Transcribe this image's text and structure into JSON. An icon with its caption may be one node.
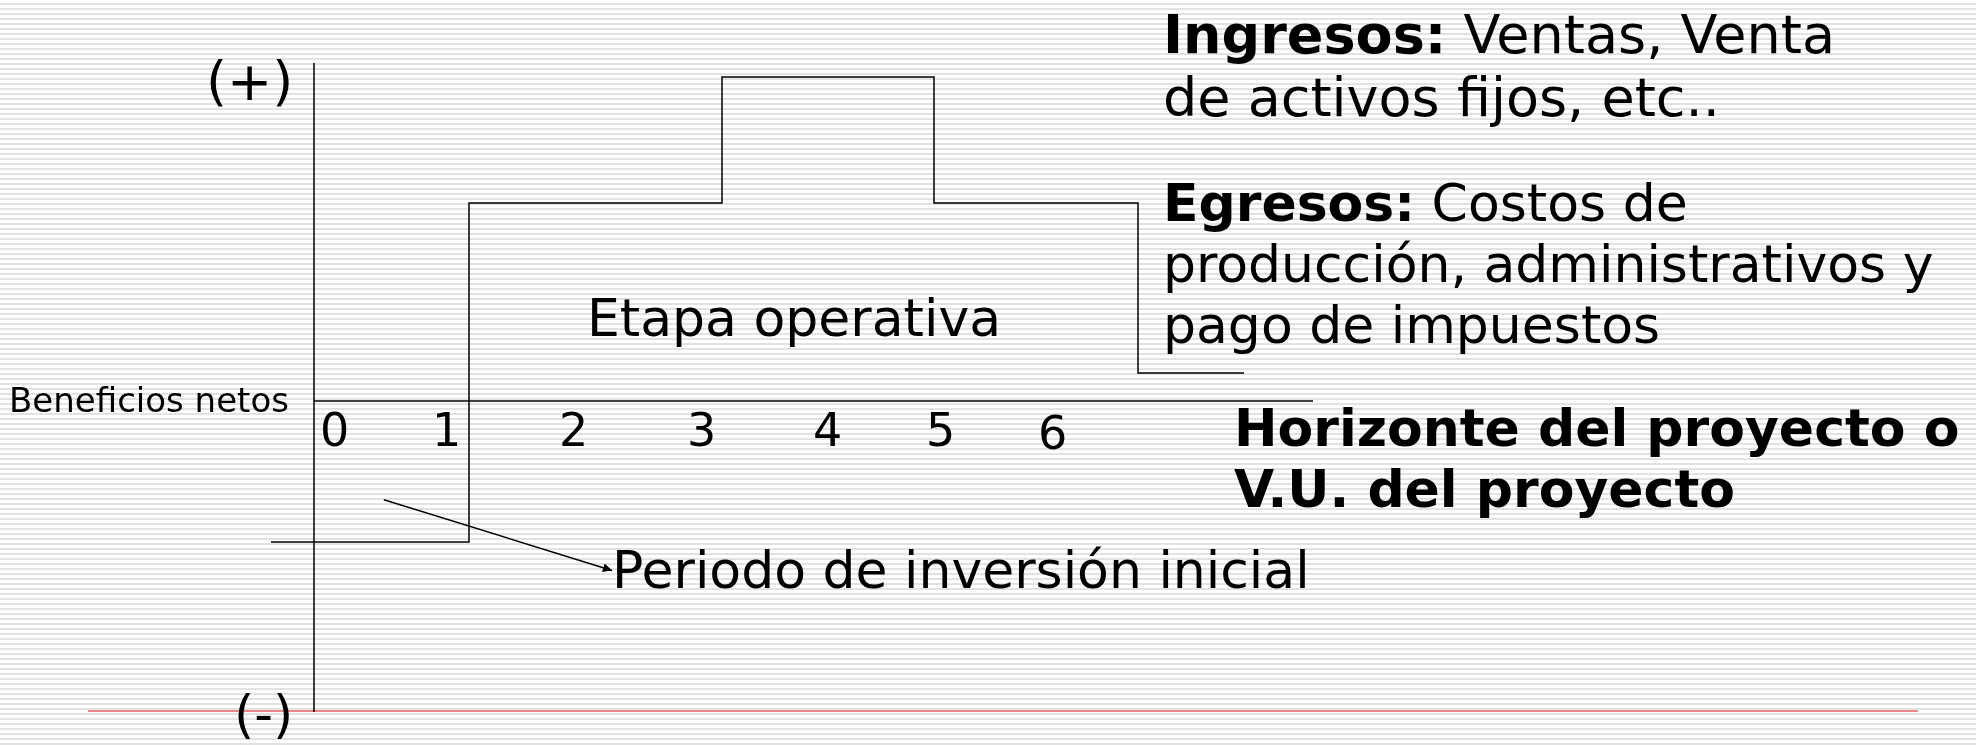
{
  "diagram": {
    "nodes": [
      {
        "text": [
          "Periodo de inversión inicial"
        ]
      },
      {
        "text": [],
        "shape": "bar"
      }
    ],
    "edges": [
      {
        "from": 1,
        "to": 0,
        "arrow": "to"
      }
    ],
    "labels": [
      "**Ingresos:** Ventas, Venta de activos fijos, etc..",
      "(+)",
      "**Egresos:** Costos de producción, administrativos y pago de impuestos",
      "Etapa operativa",
      "Beneficios netos",
      "0",
      "1",
      "2",
      "3",
      "4",
      "5",
      "6",
      "Horizonte del proyecto o V.U. del proyecto",
      "(-)"
    ]
  }
}
